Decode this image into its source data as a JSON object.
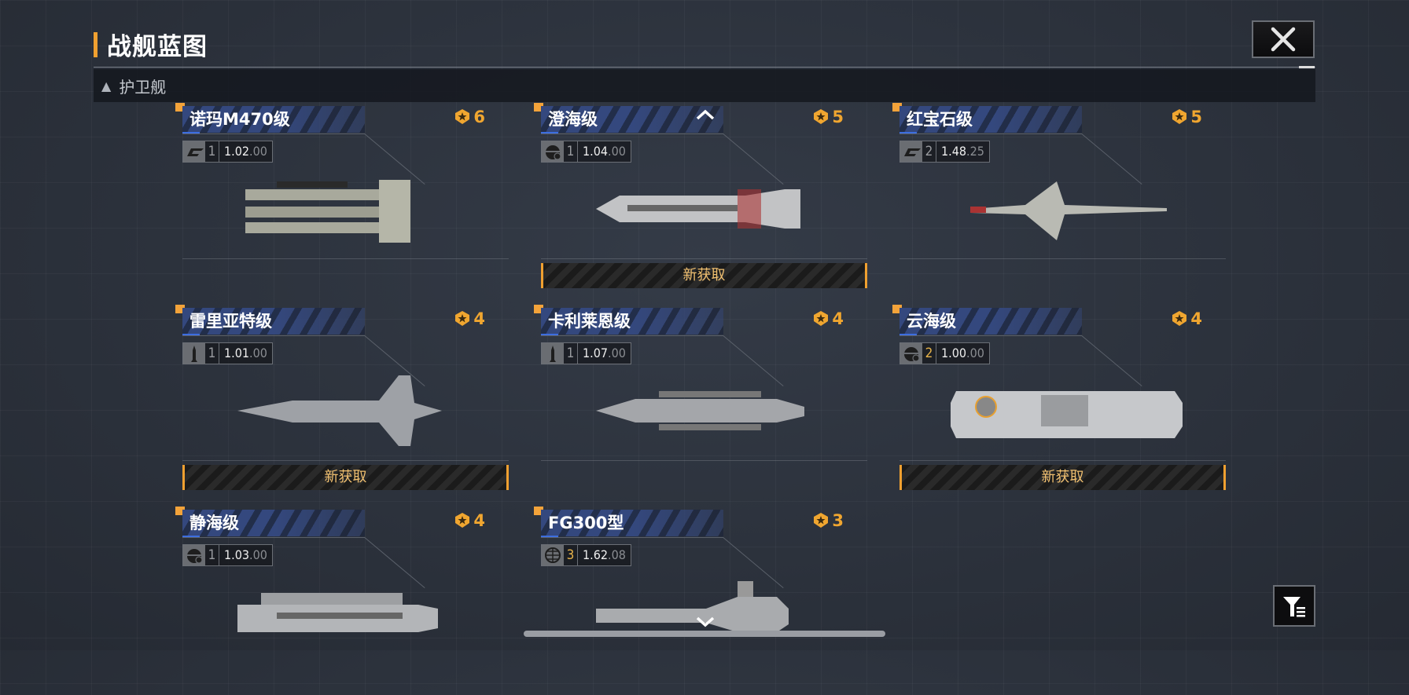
{
  "header": {
    "title": "战舰蓝图",
    "close_icon": "close-icon"
  },
  "category": {
    "label": "护卫舰",
    "arrow": "▲"
  },
  "cards": [
    {
      "name": "诺玛M470级",
      "medal": "6",
      "type_icon": "speed-icon",
      "tier": "1",
      "tier_hl": false,
      "ver": "1.02",
      "sub": ".00",
      "new": false
    },
    {
      "name": "澄海级",
      "medal": "5",
      "type_icon": "shield-gear-icon",
      "tier": "1",
      "tier_hl": false,
      "ver": "1.04",
      "sub": ".00",
      "new": true
    },
    {
      "name": "红宝石级",
      "medal": "5",
      "type_icon": "speed-icon",
      "tier": "2",
      "tier_hl": false,
      "ver": "1.48",
      "sub": ".25",
      "new": false
    },
    {
      "name": "雷里亚特级",
      "medal": "4",
      "type_icon": "missile-icon",
      "tier": "1",
      "tier_hl": false,
      "ver": "1.01",
      "sub": ".00",
      "new": true
    },
    {
      "name": "卡利莱恩级",
      "medal": "4",
      "type_icon": "missile-icon",
      "tier": "1",
      "tier_hl": false,
      "ver": "1.07",
      "sub": ".00",
      "new": false
    },
    {
      "name": "云海级",
      "medal": "4",
      "type_icon": "shield-gear-icon",
      "tier": "2",
      "tier_hl": true,
      "ver": "1.00",
      "sub": ".00",
      "new": true
    },
    {
      "name": "静海级",
      "medal": "4",
      "type_icon": "shield-gear-icon",
      "tier": "1",
      "tier_hl": false,
      "ver": "1.03",
      "sub": ".00",
      "new": false
    },
    {
      "name": "FG300型",
      "medal": "3",
      "type_icon": "globe-icon",
      "tier": "3",
      "tier_hl": true,
      "ver": "1.62",
      "sub": ".08",
      "new": false
    }
  ],
  "new_label": "新获取",
  "colors": {
    "accent": "#f0a030",
    "title_bar": "#34487e",
    "bg": "#2b313c"
  }
}
